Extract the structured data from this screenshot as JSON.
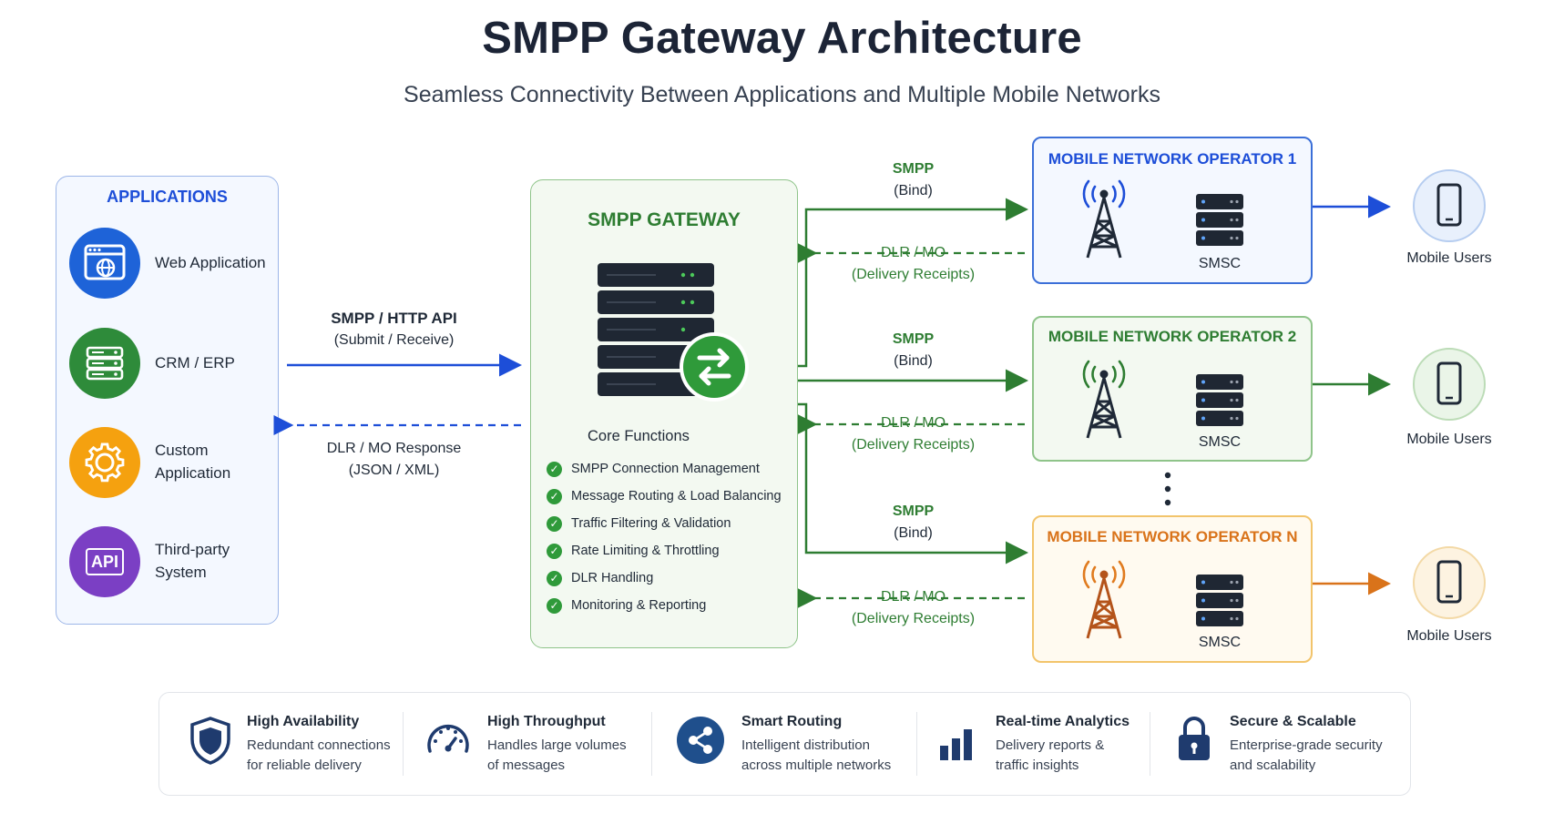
{
  "title": "SMPP Gateway Architecture",
  "subtitle": "Seamless Connectivity Between Applications and Multiple Mobile Networks",
  "applications": {
    "title": "APPLICATIONS",
    "items": [
      {
        "label_line1": "Web Application",
        "label_line2": "",
        "icon": "web-app-icon",
        "color": "#1e63d8"
      },
      {
        "label_line1": "CRM / ERP",
        "label_line2": "",
        "icon": "server-rack-icon",
        "color": "#2e8b3a"
      },
      {
        "label_line1": "Custom",
        "label_line2": "Application",
        "icon": "gear-icon",
        "color": "#f5a10f"
      },
      {
        "label_line1": "Third-party",
        "label_line2": "System",
        "icon": "api-icon",
        "color": "#7b3fc4",
        "icon_text": "API"
      }
    ]
  },
  "app_links": {
    "submit_line1": "SMPP / HTTP API",
    "submit_line2": "(Submit / Receive)",
    "response_line1": "DLR / MO Response",
    "response_line2": "(JSON / XML)"
  },
  "gateway": {
    "title": "SMPP GATEWAY",
    "core_title": "Core Functions",
    "functions": [
      "SMPP Connection Management",
      "Message Routing & Load Balancing",
      "Traffic Filtering & Validation",
      "Rate Limiting & Throttling",
      "DLR Handling",
      "Monitoring & Reporting"
    ]
  },
  "links": {
    "smpp_line1": "SMPP",
    "smpp_line2": "(Bind)",
    "dlr_line1": "DLR / MO",
    "dlr_line2": "(Delivery Receipts)"
  },
  "operators": [
    {
      "title": "MOBILE NETWORK OPERATOR 1",
      "smsc": "SMSC",
      "color": "#1d4ed8",
      "border": "#3b6fd8",
      "bg": "#f4f8ff",
      "users": "Mobile Users",
      "user_bg": "#e8f0fc",
      "user_border": "#b6cdf0"
    },
    {
      "title": "MOBILE NETWORK OPERATOR 2",
      "smsc": "SMSC",
      "color": "#2e7d32",
      "border": "#8fc48a",
      "bg": "#f3f9f1",
      "users": "Mobile Users",
      "user_bg": "#eaf5e8",
      "user_border": "#bcdcb7"
    },
    {
      "title": "MOBILE NETWORK OPERATOR N",
      "smsc": "SMSC",
      "color": "#d9731a",
      "border": "#f2c46b",
      "bg": "#fffaf0",
      "users": "Mobile Users",
      "user_bg": "#fdf3e1",
      "user_border": "#f3d9a6"
    }
  ],
  "features": [
    {
      "title": "High Availability",
      "desc_line1": "Redundant connections",
      "desc_line2": "for reliable delivery",
      "icon": "shield-icon"
    },
    {
      "title": "High Throughput",
      "desc_line1": "Handles large volumes",
      "desc_line2": "of messages",
      "icon": "speedometer-icon"
    },
    {
      "title": "Smart Routing",
      "desc_line1": "Intelligent distribution",
      "desc_line2": "across multiple networks",
      "icon": "share-icon"
    },
    {
      "title": "Real-time Analytics",
      "desc_line1": "Delivery reports &",
      "desc_line2": "traffic insights",
      "icon": "bar-chart-icon"
    },
    {
      "title": "Secure & Scalable",
      "desc_line1": "Enterprise-grade security",
      "desc_line2": "and scalability",
      "icon": "lock-icon"
    }
  ],
  "colors": {
    "blue": "#1d4ed8",
    "green": "#2e7d32",
    "orange": "#d9731a",
    "navy": "#1f3b6e"
  }
}
